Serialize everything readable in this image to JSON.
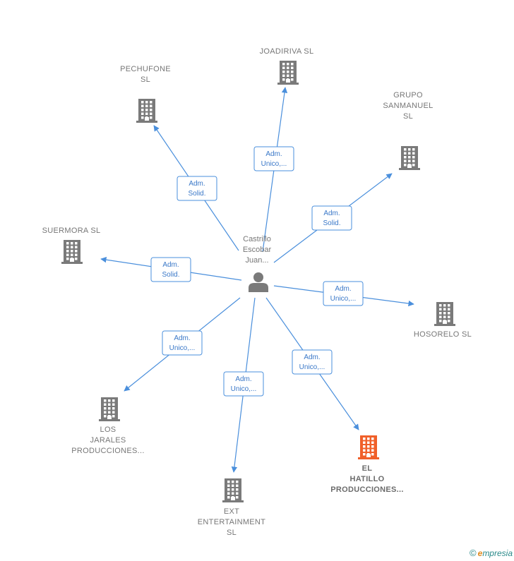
{
  "center": {
    "label_lines": [
      "Castrillo",
      "Escobar",
      "Juan..."
    ]
  },
  "companies": [
    {
      "id": "joadiriva",
      "lines": [
        "JOADIRIVA  SL"
      ],
      "highlight": false
    },
    {
      "id": "pechufone",
      "lines": [
        "PECHUFONE",
        "SL"
      ],
      "highlight": false
    },
    {
      "id": "grupo-sanmanuel",
      "lines": [
        "GRUPO",
        "SANMANUEL",
        "SL"
      ],
      "highlight": false
    },
    {
      "id": "suermora",
      "lines": [
        "SUERMORA  SL"
      ],
      "highlight": false
    },
    {
      "id": "hosorelo",
      "lines": [
        "HOSORELO  SL"
      ],
      "highlight": false
    },
    {
      "id": "los-jarales",
      "lines": [
        "LOS",
        "JARALES",
        "PRODUCCIONES..."
      ],
      "highlight": false
    },
    {
      "id": "ext-entertainment",
      "lines": [
        "EXT",
        "ENTERTAINMENT",
        "SL"
      ],
      "highlight": false
    },
    {
      "id": "el-hatillo",
      "lines": [
        "EL",
        "HATILLO",
        "PRODUCCIONES..."
      ],
      "highlight": true
    }
  ],
  "edges": [
    {
      "to": "joadiriva",
      "lines": [
        "Adm.",
        "Unico,..."
      ]
    },
    {
      "to": "pechufone",
      "lines": [
        "Adm.",
        "Solid."
      ]
    },
    {
      "to": "grupo-sanmanuel",
      "lines": [
        "Adm.",
        "Solid."
      ]
    },
    {
      "to": "suermora",
      "lines": [
        "Adm.",
        "Solid."
      ]
    },
    {
      "to": "hosorelo",
      "lines": [
        "Adm.",
        "Unico,..."
      ]
    },
    {
      "to": "los-jarales",
      "lines": [
        "Adm.",
        "Unico,..."
      ]
    },
    {
      "to": "ext-entertainment",
      "lines": [
        "Adm.",
        "Unico,..."
      ]
    },
    {
      "to": "el-hatillo",
      "lines": [
        "Adm.",
        "Unico,..."
      ]
    }
  ],
  "colors": {
    "edge": "#4a8fdc",
    "building": "#7a7a7a",
    "building_highlight": "#f0602a",
    "person": "#7a7a7a"
  },
  "brand": {
    "copyright": "©",
    "initial": "e",
    "rest": "mpresia"
  }
}
